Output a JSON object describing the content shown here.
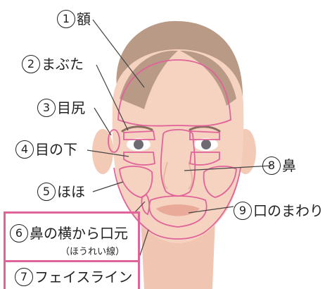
{
  "labels": {
    "l1": {
      "num": "1",
      "text": "額"
    },
    "l2": {
      "num": "2",
      "text": "まぶた"
    },
    "l3": {
      "num": "3",
      "text": "目尻"
    },
    "l4": {
      "num": "4",
      "text": "目の下"
    },
    "l5": {
      "num": "5",
      "text": "ほほ"
    },
    "l6": {
      "num": "6",
      "text": "鼻の横から口元",
      "sub": "（ほうれい線）"
    },
    "l7": {
      "num": "7",
      "text": "フェイスライン"
    },
    "l8": {
      "num": "8",
      "text": "鼻"
    },
    "l9": {
      "num": "9",
      "text": "口のまわり"
    }
  },
  "colors": {
    "skin": "#f6d3c0",
    "skin_shadow": "#ecbfaa",
    "hair": "#b89a87",
    "outline": "#e0639a",
    "text": "#222222",
    "lips": "#e9aa9a"
  }
}
